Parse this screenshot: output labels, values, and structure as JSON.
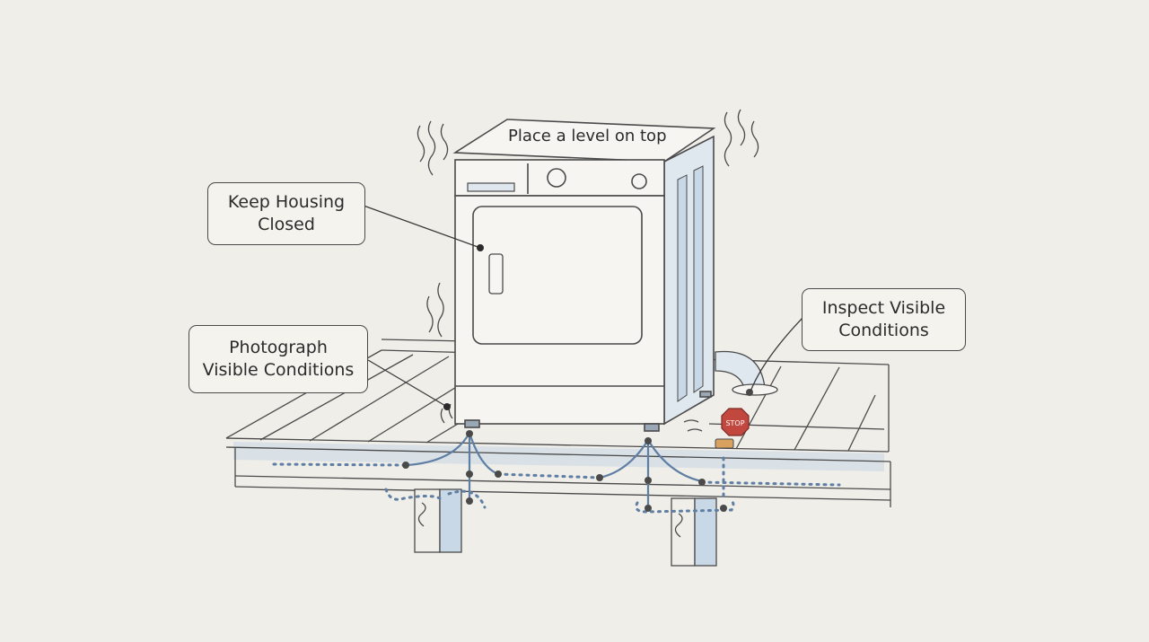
{
  "diagram": {
    "top_label": "Place a level on top",
    "callouts": {
      "housing": [
        "Keep Housing",
        "Closed"
      ],
      "photograph": [
        "Photograph",
        "Visible Conditions"
      ],
      "inspect": [
        "Inspect Visible",
        "Conditions"
      ]
    },
    "stop_sign": "STOP"
  },
  "colors": {
    "background": "#efeee9",
    "line": "#4a4a4a",
    "accent_blue": "#5f7ea3",
    "shadow_blue": "#c9d8e6",
    "stop_red": "#c2483f"
  }
}
